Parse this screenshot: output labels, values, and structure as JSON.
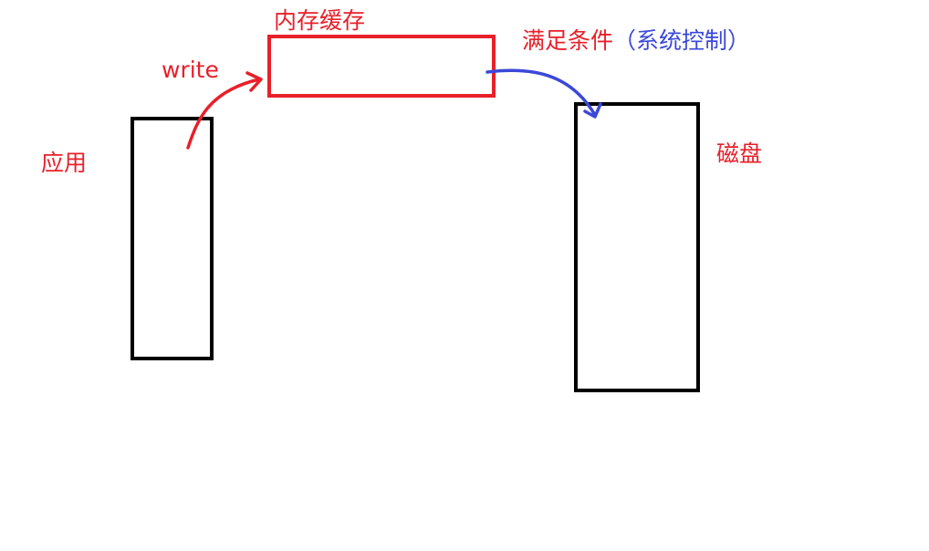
{
  "diagram": {
    "labels": {
      "app": "应用",
      "write": "write",
      "memory_cache": "内存缓存",
      "condition_main": "满足条件",
      "condition_note": "（系统控制）",
      "disk": "磁盘"
    },
    "colors": {
      "black": "#000000",
      "red": "#e8202a",
      "blue": "#3b48d8"
    }
  }
}
